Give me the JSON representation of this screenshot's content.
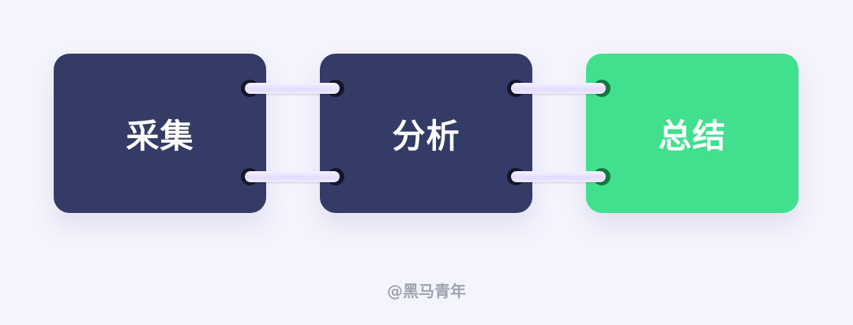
{
  "diagram": {
    "steps": [
      {
        "label": "采集",
        "color": "#333b66",
        "hole_color": "#15162a"
      },
      {
        "label": "分析",
        "color": "#333b66",
        "hole_color": "#15162a"
      },
      {
        "label": "总结",
        "color": "#41e08e",
        "hole_color": "#127a40"
      }
    ],
    "connector_color": "#e6e0ff"
  },
  "footer": {
    "watermark": "@黑马青年"
  }
}
